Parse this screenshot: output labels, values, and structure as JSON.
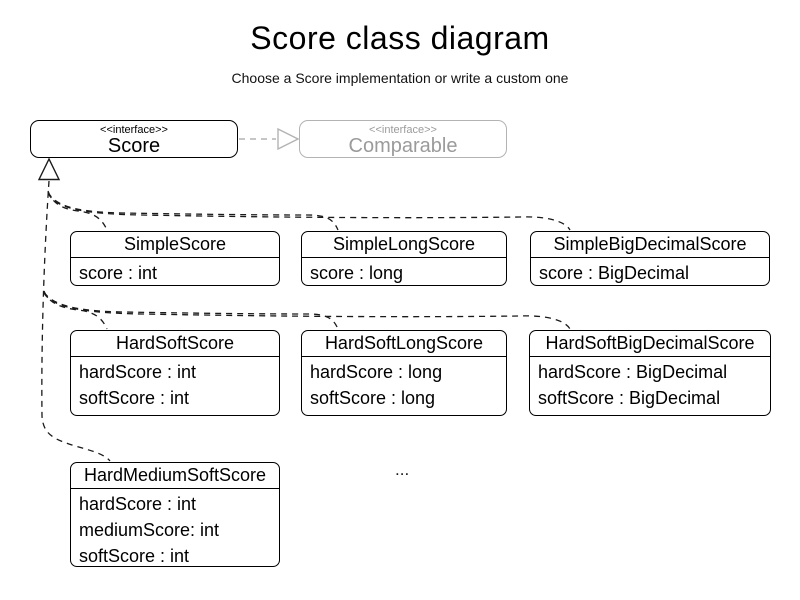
{
  "header": {
    "title": "Score class diagram",
    "subtitle": "Choose a Score implementation or write a custom one"
  },
  "interfaces": {
    "score": {
      "stereotype": "<<interface>>",
      "name": "Score"
    },
    "comparable": {
      "stereotype": "<<interface>>",
      "name": "Comparable"
    }
  },
  "classes": [
    {
      "name": "SimpleScore",
      "attributes": [
        "score : int"
      ]
    },
    {
      "name": "SimpleLongScore",
      "attributes": [
        "score : long"
      ]
    },
    {
      "name": "SimpleBigDecimalScore",
      "attributes": [
        "score : BigDecimal"
      ]
    },
    {
      "name": "HardSoftScore",
      "attributes": [
        "hardScore : int",
        "softScore : int"
      ]
    },
    {
      "name": "HardSoftLongScore",
      "attributes": [
        "hardScore : long",
        "softScore : long"
      ]
    },
    {
      "name": "HardSoftBigDecimalScore",
      "attributes": [
        "hardScore : BigDecimal",
        "softScore : BigDecimal"
      ]
    },
    {
      "name": "HardMediumSoftScore",
      "attributes": [
        "hardScore : int",
        "mediumScore: int",
        "softScore : int"
      ]
    }
  ],
  "ellipsis": "...",
  "colors": {
    "line": "#1a1a1a",
    "inactive_border": "#b3b3b3",
    "inactive_text": "#9b9b9b",
    "background": "#ffffff"
  }
}
